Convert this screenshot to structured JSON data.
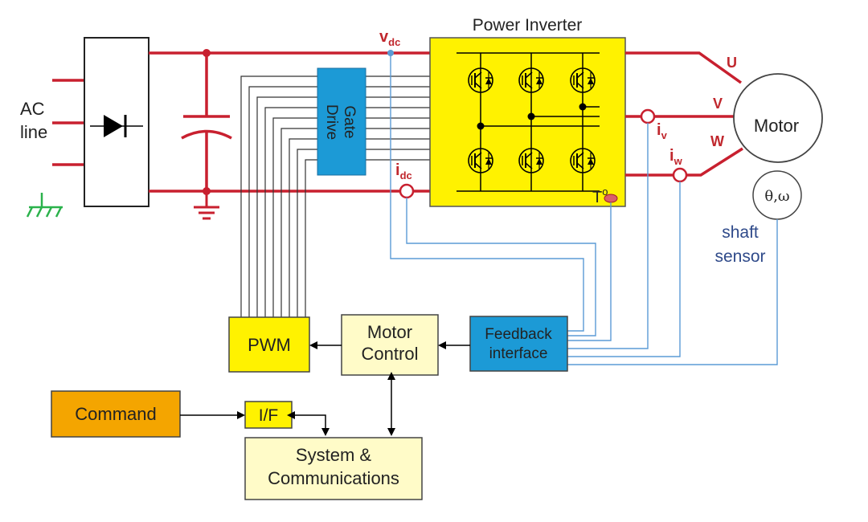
{
  "diagram": {
    "ac_line": [
      "AC",
      "line"
    ],
    "vdc": {
      "main": "v",
      "sub": "dc"
    },
    "idc": {
      "main": "i",
      "sub": "dc"
    },
    "iv": {
      "main": "i",
      "sub": "v"
    },
    "iw": {
      "main": "i",
      "sub": "w"
    },
    "power_inverter": "Power Inverter",
    "gate_drive": [
      "Gate",
      "Drive"
    ],
    "temperature": "T",
    "temperature_sup": "o",
    "phase_u": "U",
    "phase_v": "V",
    "phase_w": "W",
    "motor": "Motor",
    "theta_omega": "θ,ω",
    "shaft_sensor": [
      "shaft",
      "sensor"
    ],
    "pwm": "PWM",
    "motor_control": [
      "Motor",
      "Control"
    ],
    "feedback_interface": [
      "Feedback",
      "interface"
    ],
    "command": "Command",
    "if": "I/F",
    "system_comm": [
      "System &",
      "Communications"
    ]
  },
  "colors": {
    "power_line": "#c8202f",
    "signal_line": "#5b9bd5",
    "gate_line": "#333333",
    "inverter_fill": "#fff200",
    "gate_drive_fill": "#1c9ad6",
    "pwm_fill": "#fff200",
    "motor_control_fill": "#fffbc8",
    "feedback_fill": "#1c9ad6",
    "command_fill": "#f4a500",
    "ground_green": "#2bb24c"
  }
}
